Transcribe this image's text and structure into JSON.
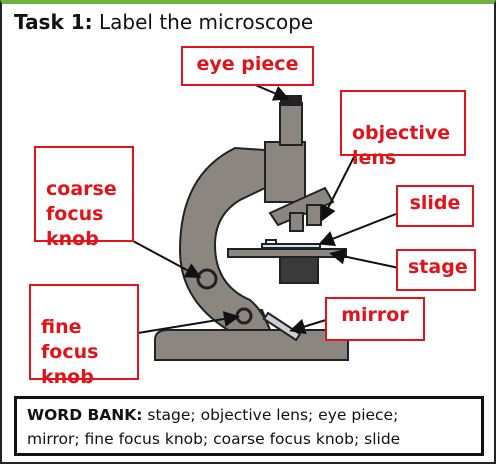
{
  "title": {
    "task": "Task 1:",
    "text": "Label the microscope"
  },
  "labels": {
    "eye_piece": "eye piece",
    "objective_lens": "objective\nlens",
    "coarse_focus_knob": "coarse\nfocus\nknob",
    "slide": "slide",
    "stage": "stage",
    "fine_focus_knob": "fine\nfocus\nknob",
    "mirror": "mirror"
  },
  "word_bank": {
    "heading": "WORD BANK:",
    "line1": "stage; objective lens; eye piece;",
    "line2": "mirror; fine focus knob; coarse focus knob; slide"
  },
  "colors": {
    "label": "#e3131b",
    "microscope_body": "#8c8680",
    "microscope_dark": "#3a3a3a",
    "frame_top": "#6fb23f"
  }
}
